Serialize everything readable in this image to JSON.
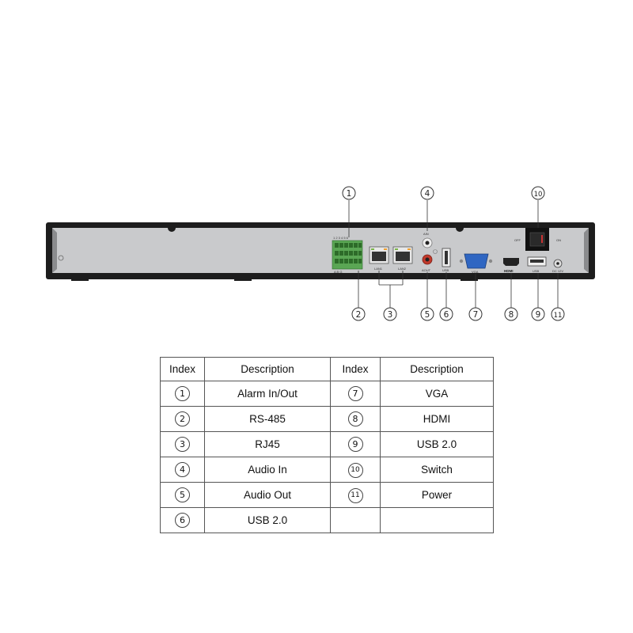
{
  "device_labels": {
    "alarm_header": "1 2 3 4 5 6",
    "alarm_footer": "A B G",
    "lan1": "LAN1",
    "lan2": "LAN2",
    "audio_in": "AIN",
    "audio_out": "AOUT",
    "usb_front": "USB",
    "vga": "VGA",
    "hdmi": "HDMI",
    "usb_rear": "USB",
    "switch_off": "OFF",
    "switch_on": "ON",
    "power": "DC 12V"
  },
  "callouts": [
    "1",
    "2",
    "3",
    "4",
    "5",
    "6",
    "7",
    "8",
    "9",
    "10",
    "11"
  ],
  "table": {
    "headers": [
      "Index",
      "Description",
      "Index",
      "Description"
    ],
    "rows": [
      {
        "idx1": "1",
        "desc1": "Alarm In/Out",
        "idx2": "7",
        "desc2": "VGA"
      },
      {
        "idx1": "2",
        "desc1": "RS-485",
        "idx2": "8",
        "desc2": "HDMI"
      },
      {
        "idx1": "3",
        "desc1": "RJ45",
        "idx2": "9",
        "desc2": "USB 2.0"
      },
      {
        "idx1": "4",
        "desc1": "Audio In",
        "idx2": "10",
        "desc2": "Switch"
      },
      {
        "idx1": "5",
        "desc1": "Audio Out",
        "idx2": "11",
        "desc2": "Power"
      },
      {
        "idx1": "6",
        "desc1": "USB 2.0",
        "idx2": "",
        "desc2": ""
      }
    ]
  }
}
